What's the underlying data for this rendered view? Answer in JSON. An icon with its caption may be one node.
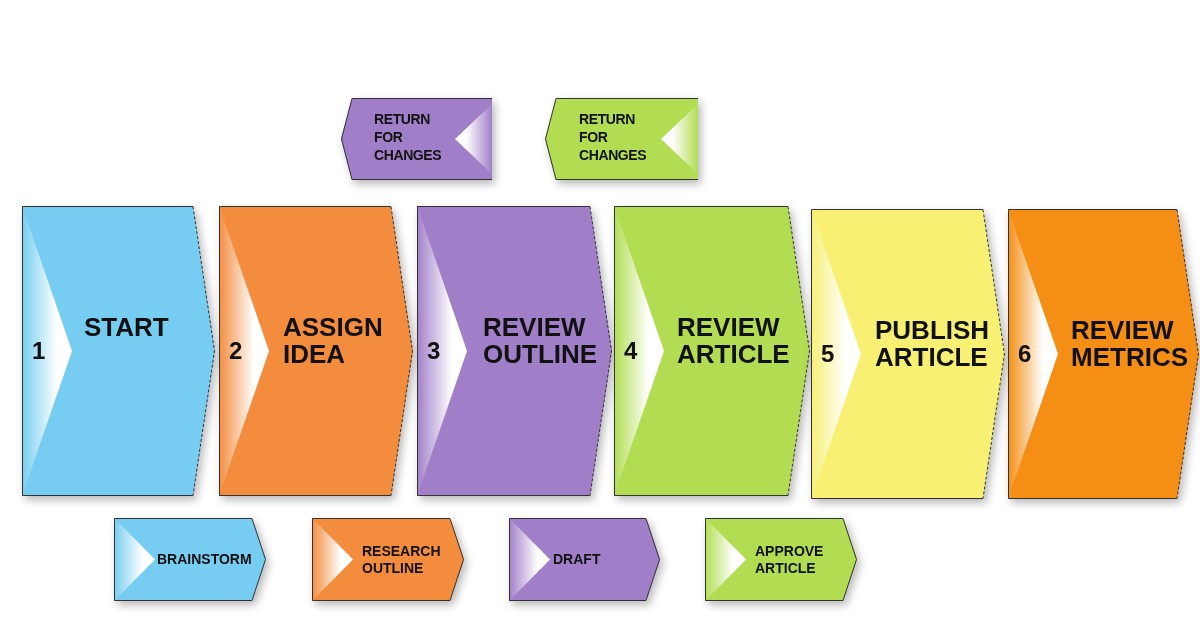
{
  "diagram": {
    "nodes": [
      {
        "text": [
          "RETURN FOR CHANGES"
        ]
      },
      {
        "text": [
          "RETURN FOR CHANGES"
        ]
      },
      {
        "text": [
          "1",
          "START"
        ]
      },
      {
        "text": [
          "2",
          "ASSIGN IDEA"
        ]
      },
      {
        "text": [
          "3",
          "REVIEW OUTLINE"
        ]
      },
      {
        "text": [
          "4",
          "REVIEW ARTICLE"
        ]
      },
      {
        "text": [
          "5",
          "PUBLISH ARTICLE"
        ]
      },
      {
        "text": [
          "6",
          "REVIEW METRICS"
        ]
      },
      {
        "text": [
          "BRAINSTORM"
        ]
      },
      {
        "text": [
          "RESEARCH OUTLINE"
        ]
      },
      {
        "text": [
          "DRAFT"
        ]
      },
      {
        "text": [
          "APPROVE ARTICLE"
        ]
      }
    ]
  }
}
